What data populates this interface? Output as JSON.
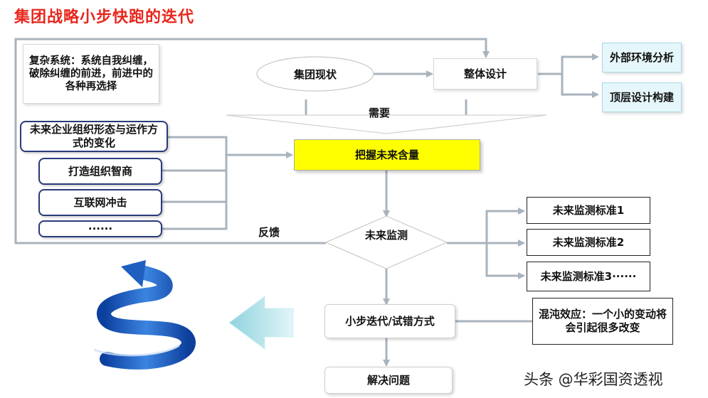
{
  "title": "集团战略小步快跑的迭代",
  "nodes": {
    "complex_system": "复杂系统：系统自我纠缠，破除纠缠的前进，前进中的各种再选择",
    "group_status": "集团现状",
    "overall_design": "整体设计",
    "external_env": "外部环境分析",
    "top_design": "顶层设计构建",
    "need": "需要",
    "future_org": "未来企业组织形态与运作方式的变化",
    "org_iq": "打造组织智商",
    "internet": "互联网冲击",
    "ellipsis": "······",
    "grasp_future": "把握未来含量",
    "feedback": "反馈",
    "future_monitor": "未来监测",
    "standard1": "未来监测标准1",
    "standard2": "未来监测标准2",
    "standard3": "未来监测标准3······",
    "chaos_effect": "混沌效应：一个小的变动将会引起很多改变",
    "iteration": "小步迭代/试错方式",
    "solve": "解决问题"
  },
  "watermark": "头条 @华彩国资透视",
  "colors": {
    "title": "#e8261c",
    "highlight": "#ffff00",
    "navy_border": "#2a3a7a",
    "cyan_box": "#e6f7fb",
    "connector": "#a9b3bd",
    "spiral": "#1f5fc0",
    "big_arrow": "#bfe6ec"
  }
}
